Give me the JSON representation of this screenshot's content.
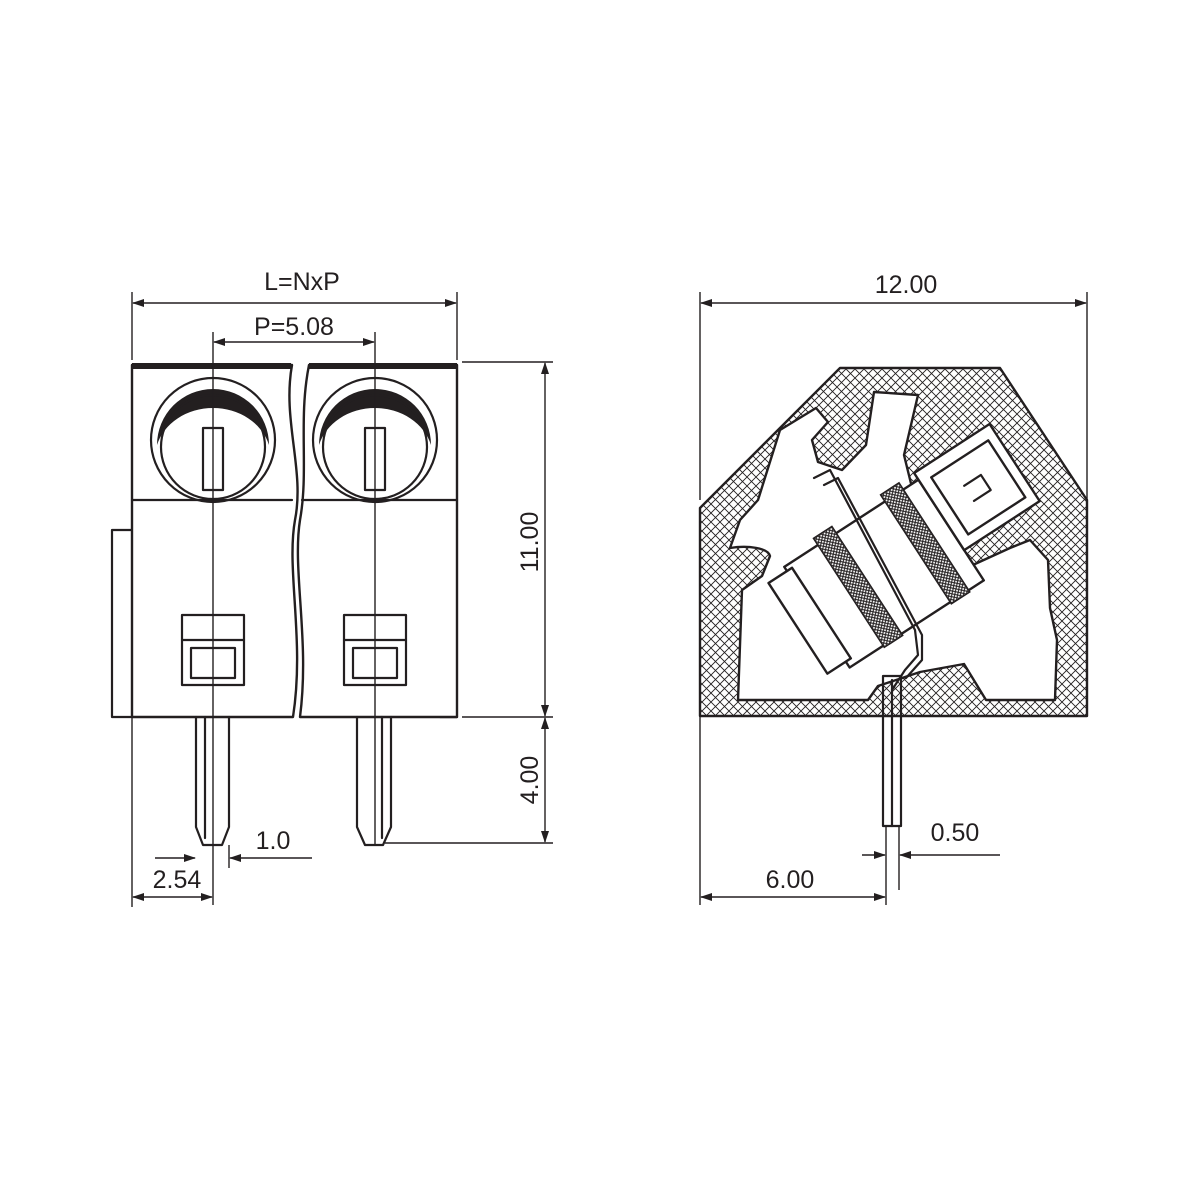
{
  "dimensions": {
    "total_length": "L=NxP",
    "pitch": "P=5.08",
    "height": "11.00",
    "pin_length": "4.00",
    "pin_width": "1.0",
    "pin_offset": "2.54",
    "depth": "12.00",
    "pin_position": "6.00",
    "pin_thickness": "0.50"
  }
}
